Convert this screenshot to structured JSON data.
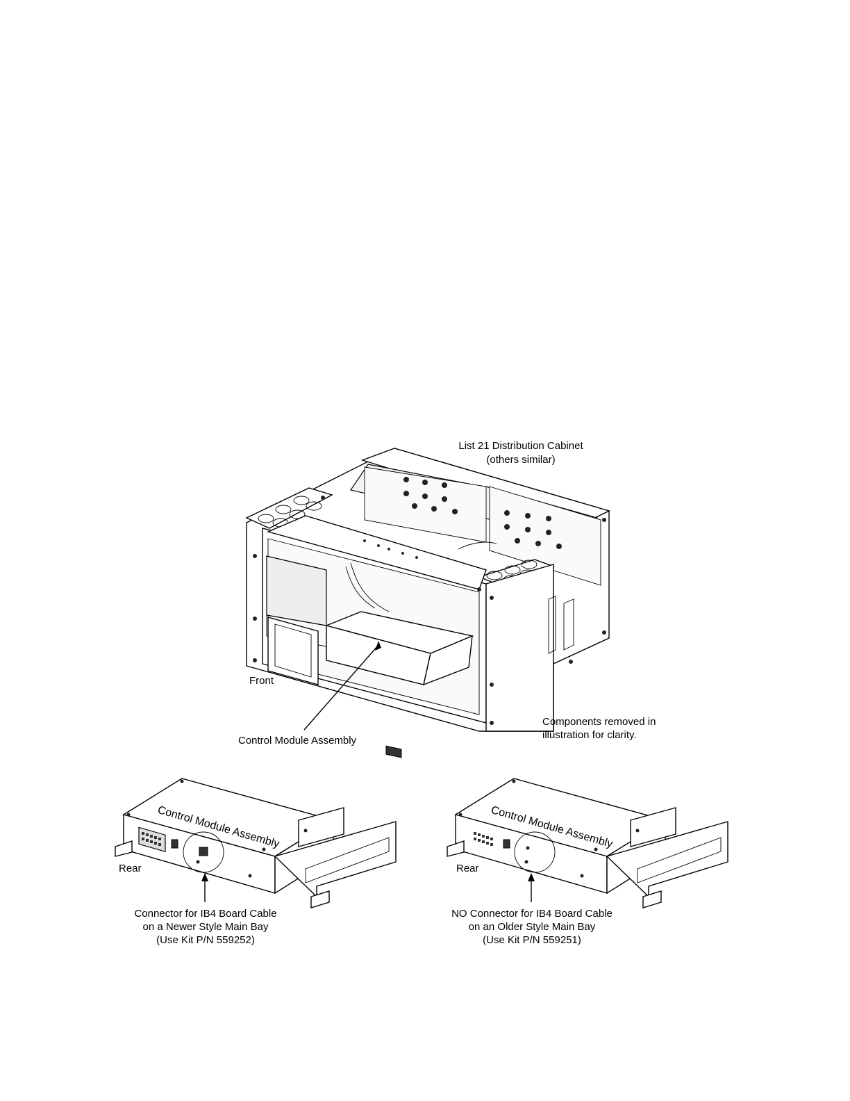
{
  "figure": {
    "cabinet_title_line1": "List 21 Distribution Cabinet",
    "cabinet_title_line2": "(others similar)",
    "front_label": "Front",
    "control_module_label": "Control Module Assembly",
    "note_line1": "Components removed in",
    "note_line2": "illustration for clarity.",
    "left_module": {
      "module_label": "Control Module Assembly",
      "rear_label": "Rear",
      "caption_line1": "Connector for IB4 Board Cable",
      "caption_line2": "on a Newer Style Main Bay",
      "caption_line3": "(Use Kit P/N 559252)"
    },
    "right_module": {
      "module_label": "Control Module Assembly",
      "rear_label": "Rear",
      "caption_line1": "NO Connector for IB4 Board Cable",
      "caption_line2": "on an Older Style Main Bay",
      "caption_line3": "(Use Kit P/N 559251)"
    }
  }
}
